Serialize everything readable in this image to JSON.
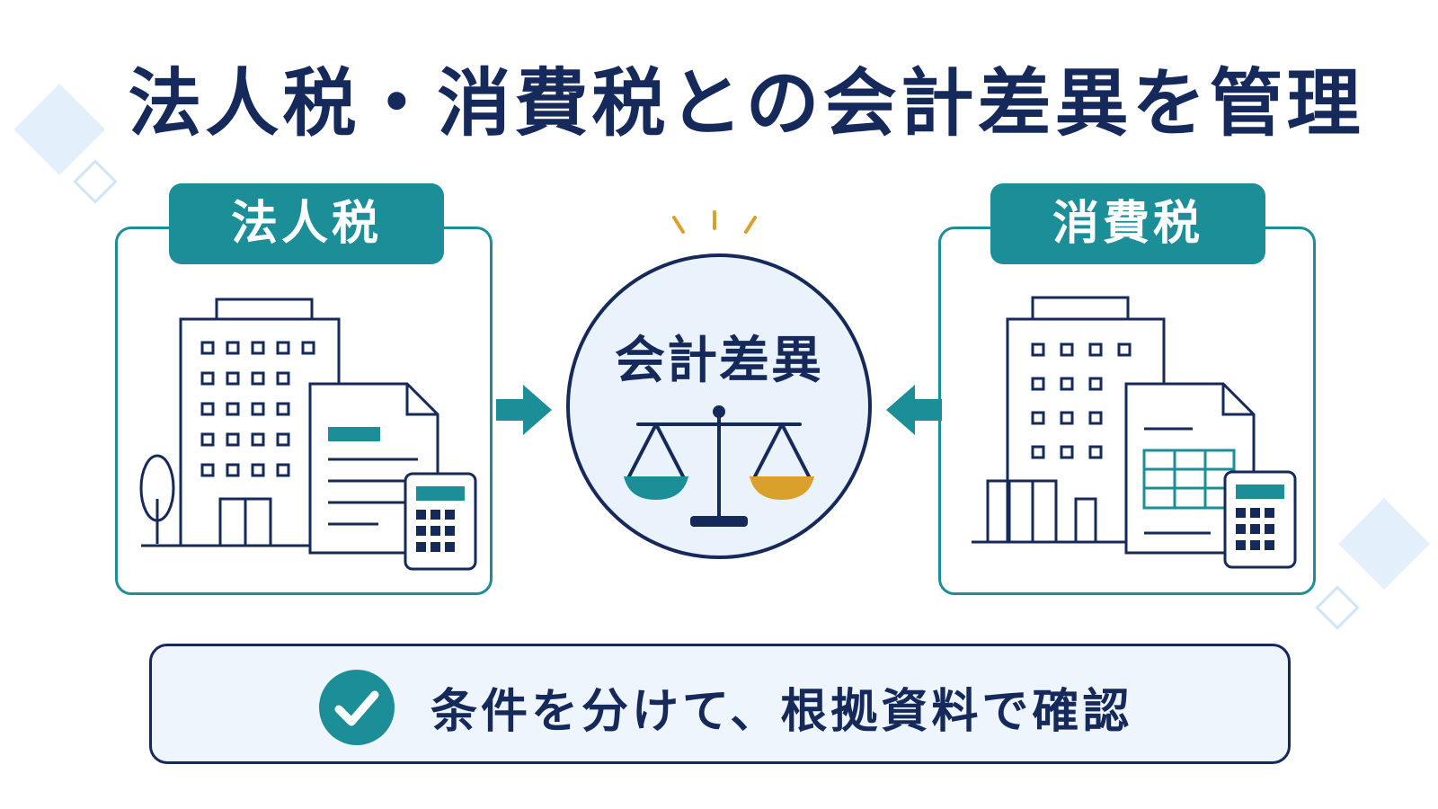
{
  "title": "法人税・消費税との会計差異を管理",
  "left_panel": {
    "label": "法人税",
    "illustration": "building-document-calculator"
  },
  "right_panel": {
    "label": "消費税",
    "illustration": "building-spreadsheet-calculator"
  },
  "center": {
    "label": "会計差異",
    "icon": "balance-scale-icon"
  },
  "footer": {
    "text": "条件を分けて、根拠資料で確認",
    "icon": "check-circle-icon"
  },
  "colors": {
    "navy": "#16295b",
    "teal": "#1b8e97",
    "gold": "#d9a12b",
    "light_blue": "#eaf3fb"
  }
}
